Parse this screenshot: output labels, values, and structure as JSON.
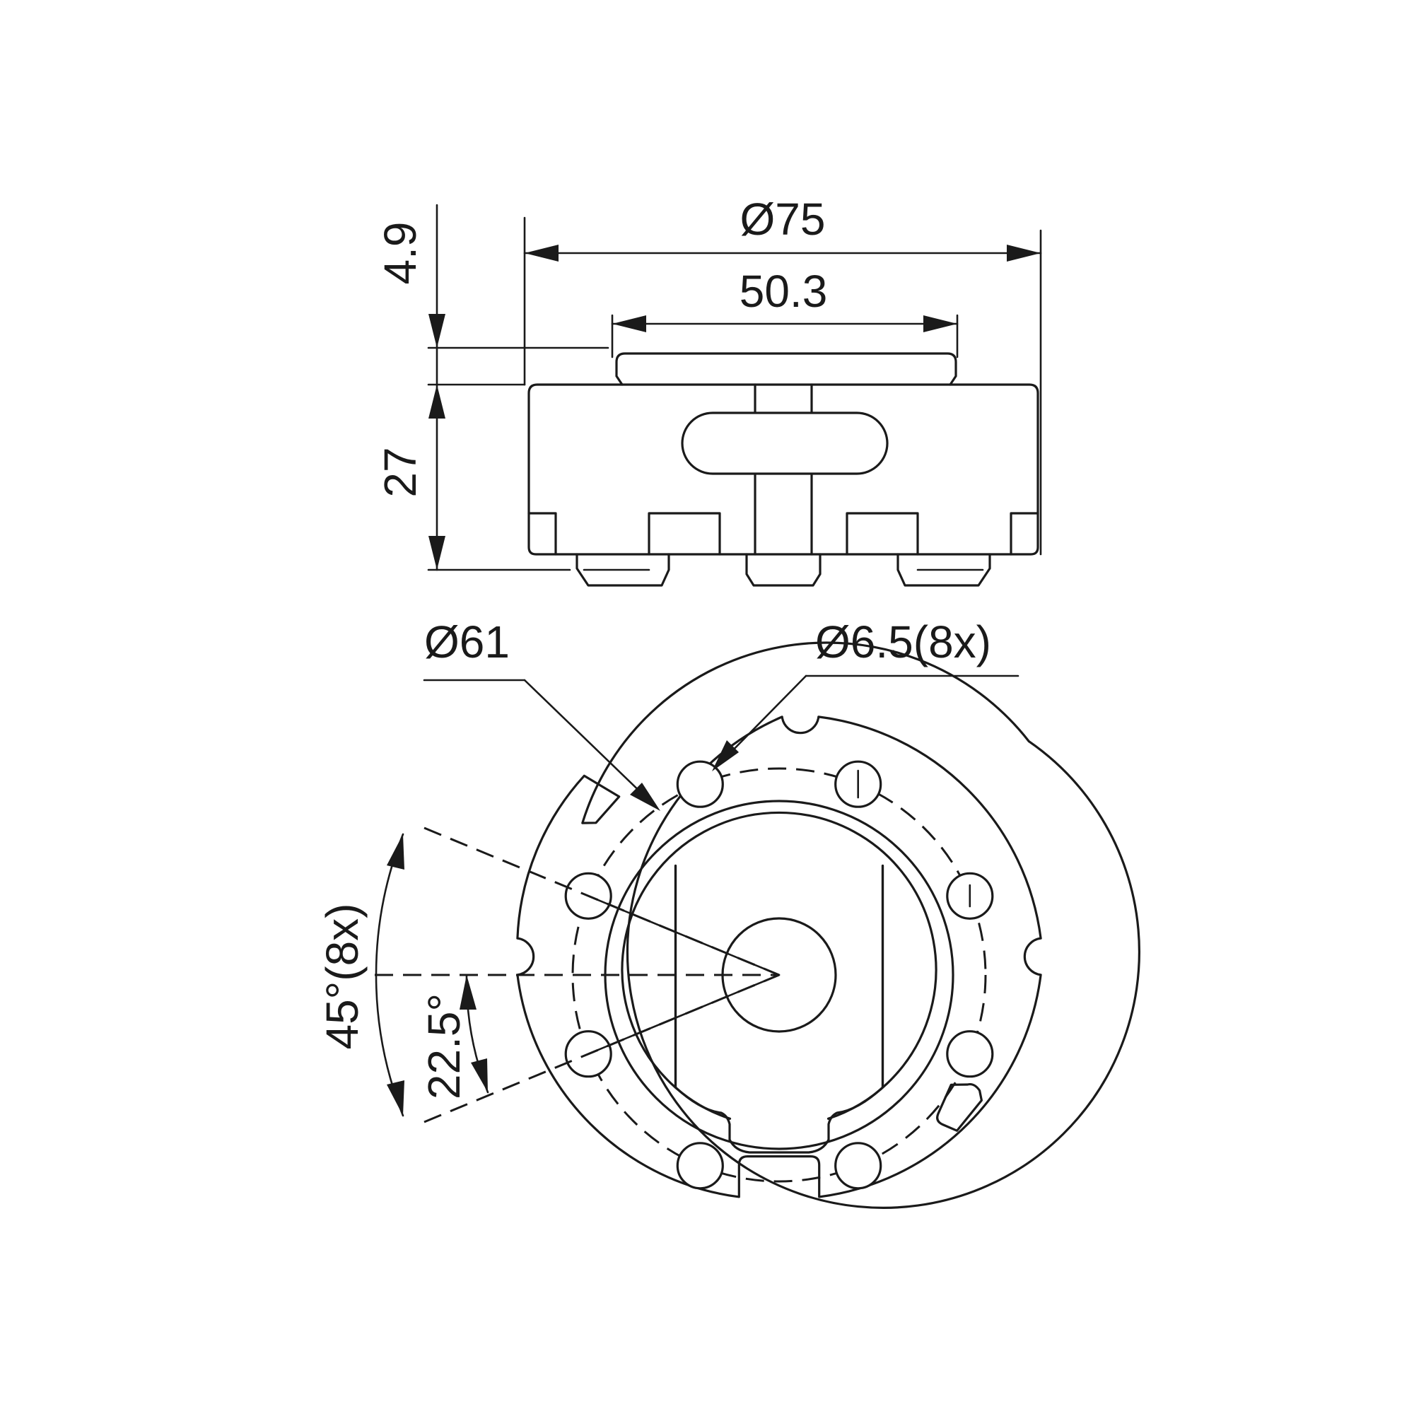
{
  "dimensions": {
    "outer_diameter": "Ø75",
    "top_width": "50.3",
    "top_height": "4.9",
    "body_height": "27",
    "bolt_circle": "Ø61",
    "hole_size": "Ø6.5(8x)",
    "hole_spacing_angle": "45°(8x)",
    "hole_offset_angle": "22.5°"
  }
}
